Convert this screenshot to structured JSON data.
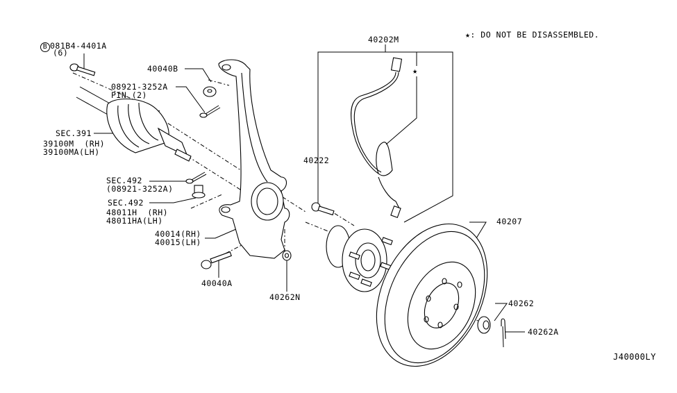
{
  "diagram": {
    "note": "★: DO NOT BE DISASSEMBLED.",
    "diagram_id": "J40000LY",
    "labels": {
      "bolt_b": {
        "circle": "B",
        "part": "081B4-4401A",
        "qty": "(6)"
      },
      "pin": {
        "part": "08921-3252A",
        "sub": "PIN (2)"
      },
      "nut_40040b": "40040B",
      "sec391": {
        "ref": "SEC.391",
        "rh": "39100M  (RH)",
        "lh": "39100MA(LH)"
      },
      "sec492_pin": {
        "ref": "SEC.492",
        "part": "(08921-3252A)"
      },
      "sec492_nut": {
        "ref": "SEC.492",
        "rh": "48011H  (RH)",
        "lh": "48011HA(LH)"
      },
      "knuckle": {
        "rh": "40014(RH)",
        "lh": "40015(LH)"
      },
      "bolt_40040a": "40040A",
      "nut_40262n": "40262N",
      "sensor": "40202M",
      "hub_bolt": "40222",
      "rotor": "40207",
      "hub_nut": "40262",
      "cotter": "40262A",
      "star": "★"
    }
  }
}
